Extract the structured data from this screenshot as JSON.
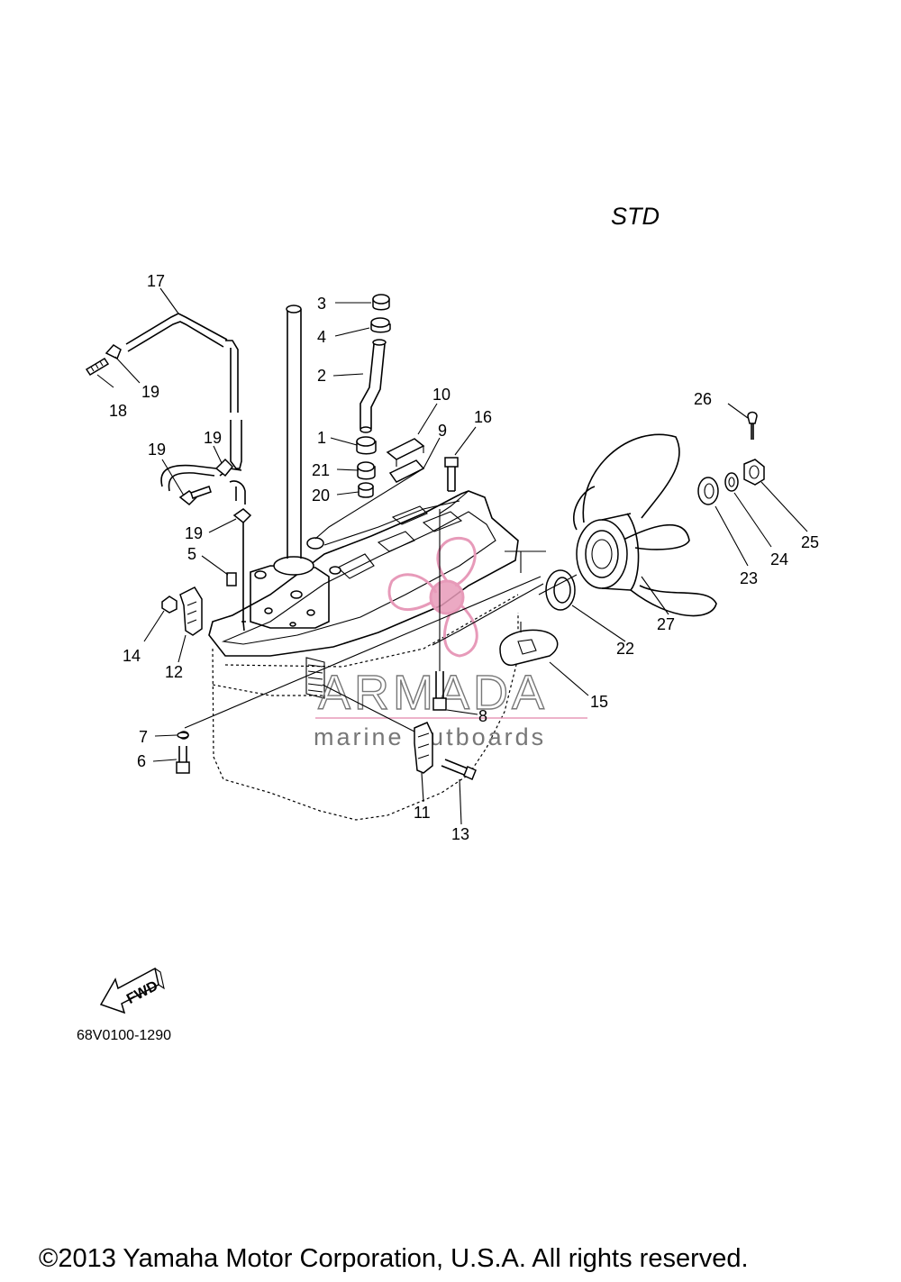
{
  "diagram": {
    "variant_label": "STD",
    "figure_code": "68V0100-1290",
    "fwd_label": "FWD",
    "copyright": "©2013 Yamaha Motor Corporation, U.S.A. All rights reserved.",
    "watermark": {
      "brand": "ARMADA",
      "tagline": "marine outboards",
      "color": "#e79ab9"
    },
    "callouts": [
      "1",
      "2",
      "3",
      "4",
      "5",
      "6",
      "7",
      "8",
      "9",
      "10",
      "11",
      "12",
      "13",
      "14",
      "15",
      "16",
      "17",
      "18",
      "19",
      "19",
      "19",
      "19",
      "20",
      "21",
      "22",
      "23",
      "24",
      "25",
      "26",
      "27"
    ]
  }
}
